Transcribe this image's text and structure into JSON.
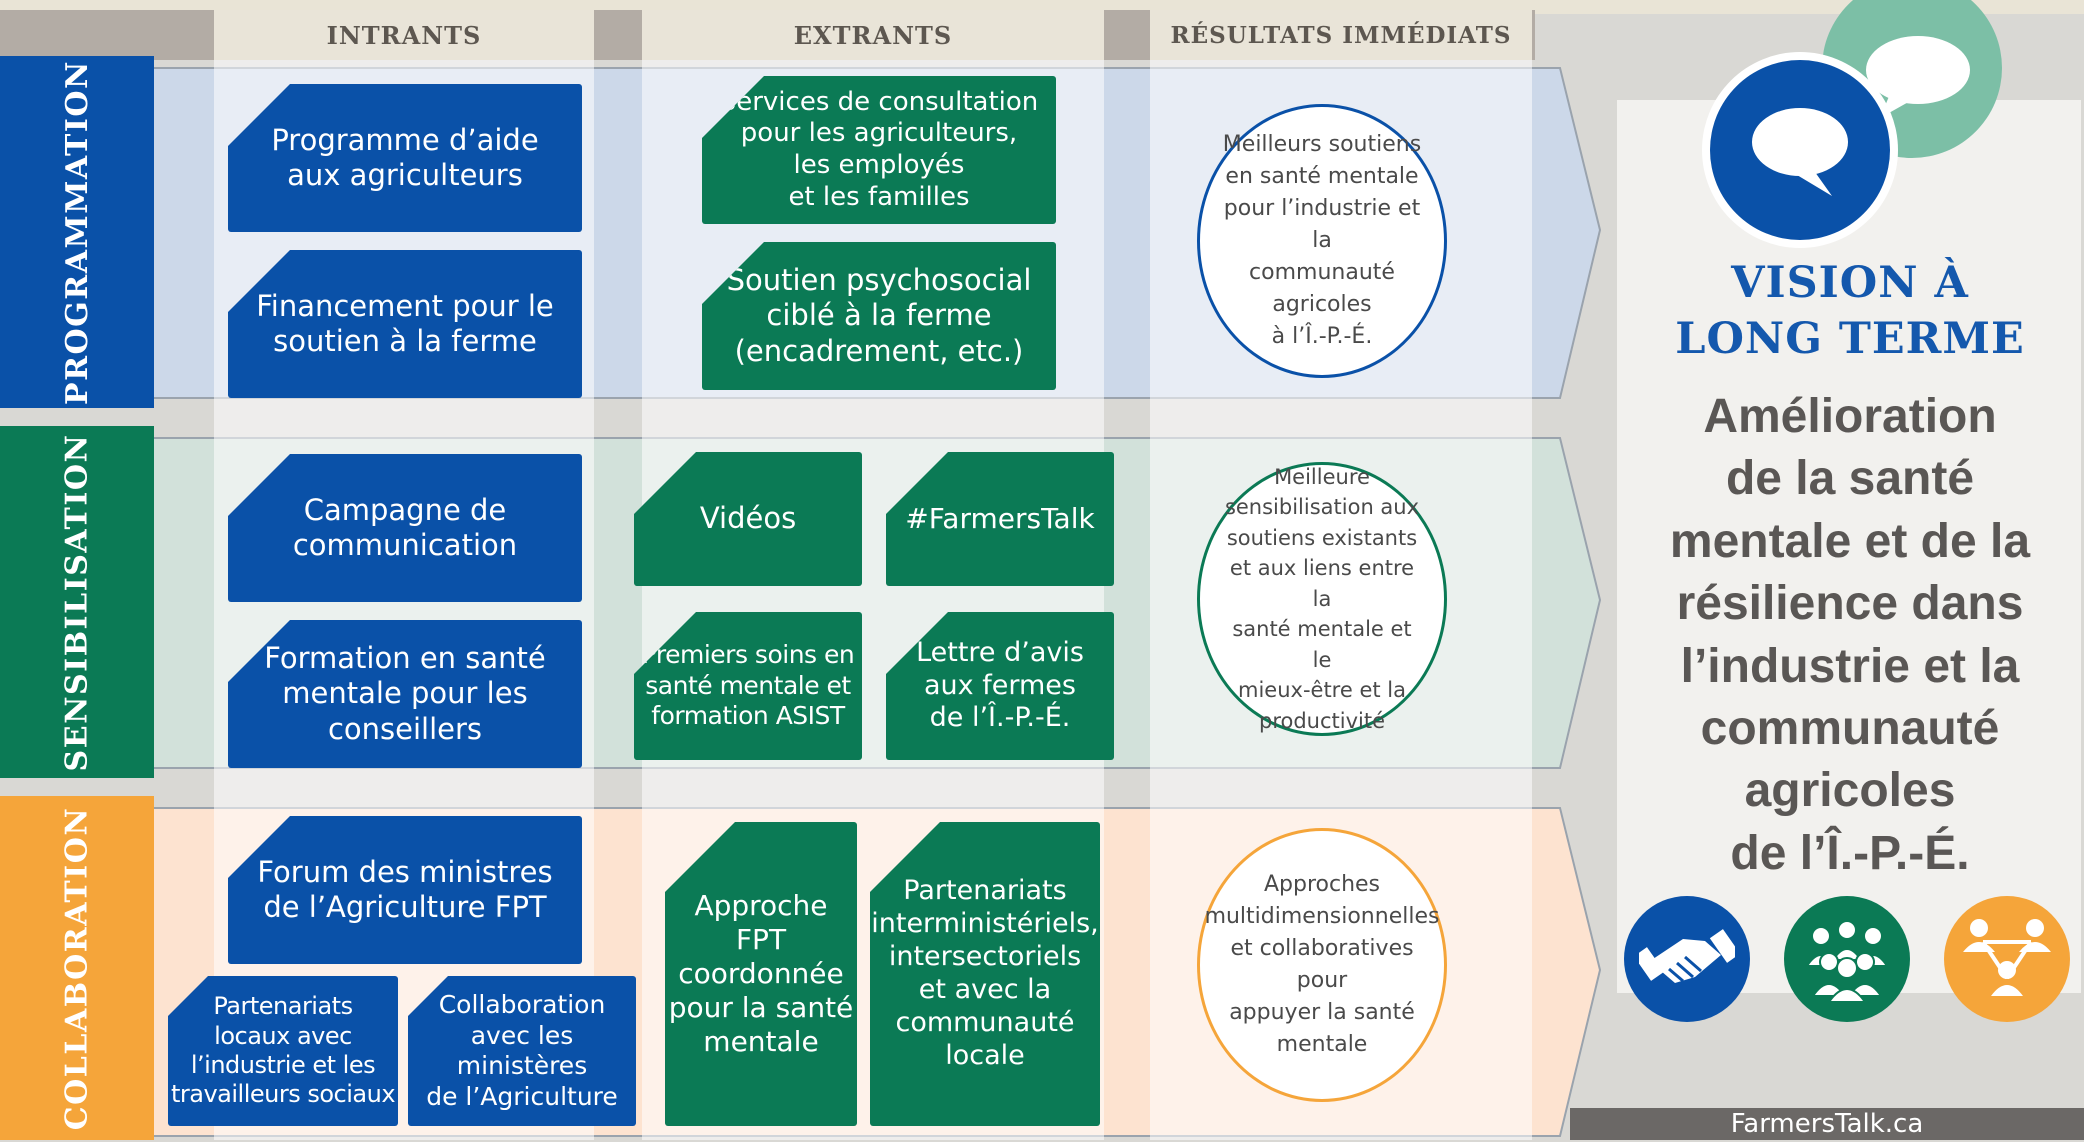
{
  "columns": {
    "intrants": "INTRANTS",
    "extrants": "EXTRANTS",
    "resultats": "RÉSULTATS IMMÉDIATS"
  },
  "rows": {
    "programmation": "PROGRAMMATION",
    "sensibilisation": "SENSIBILISATION",
    "collaboration": "COLLABORATION"
  },
  "programmation": {
    "intrants": [
      "Programme d’aide\naux agriculteurs",
      "Financement pour le\nsoutien à la ferme"
    ],
    "extrants": [
      "Services de consultation\npour les agriculteurs,\nles employés\net les familles",
      "Soutien psychosocial\nciblé à la ferme\n(encadrement, etc.)"
    ],
    "resultat": "Meilleurs soutiens\nen santé mentale\npour l’industrie et la\ncommunauté agricoles\nà l’Î.-P.-É."
  },
  "sensibilisation": {
    "intrants": [
      "Campagne de\ncommunication",
      "Formation en santé\nmentale pour les\nconseillers"
    ],
    "extrants": [
      "Vidéos",
      "#FarmersTalk",
      "Premiers soins en\nsanté mentale et\nformation ASIST",
      "Lettre d’avis\naux fermes\nde l’Î.-P.-É."
    ],
    "resultat": "Meilleure\nsensibilisation aux\nsoutiens existants\net aux liens entre la\nsanté mentale et le\nmieux-être et la\nproductivité"
  },
  "collaboration": {
    "intrants": [
      "Forum des ministres\nde l’Agriculture FPT",
      "Partenariats\nlocaux avec\nl’industrie et les\ntravailleurs sociaux",
      "Collaboration\navec les ministères\nde l’Agriculture"
    ],
    "extrants": [
      "Approche FPT\ncoordonnée\npour la santé\nmentale",
      "Partenariats\ninterministériels,\nintersectoriels\net avec la\ncommunauté\nlocale"
    ],
    "resultat": "Approches\nmultidimensionnelles\net collaboratives pour\nappuyer la santé\nmentale"
  },
  "vision": {
    "title": "VISION À\nLONG TERME",
    "goal": "Amélioration\nde la santé\nmentale et de la\nrésilience dans\nl’industrie et la\ncommunauté\nagricoles\nde l’Î.-P.-É."
  },
  "icons": [
    "speech-bubble-icon",
    "speech-bubble-icon",
    "handshake-icon",
    "group-people-icon",
    "network-people-icon"
  ],
  "footer": "FarmersTalk.ca",
  "colors": {
    "blue": "#0a51a8",
    "green": "#0b7a55",
    "orange": "#f5a53a",
    "teal": "#7cbfa6",
    "gray": "#5a5755"
  }
}
